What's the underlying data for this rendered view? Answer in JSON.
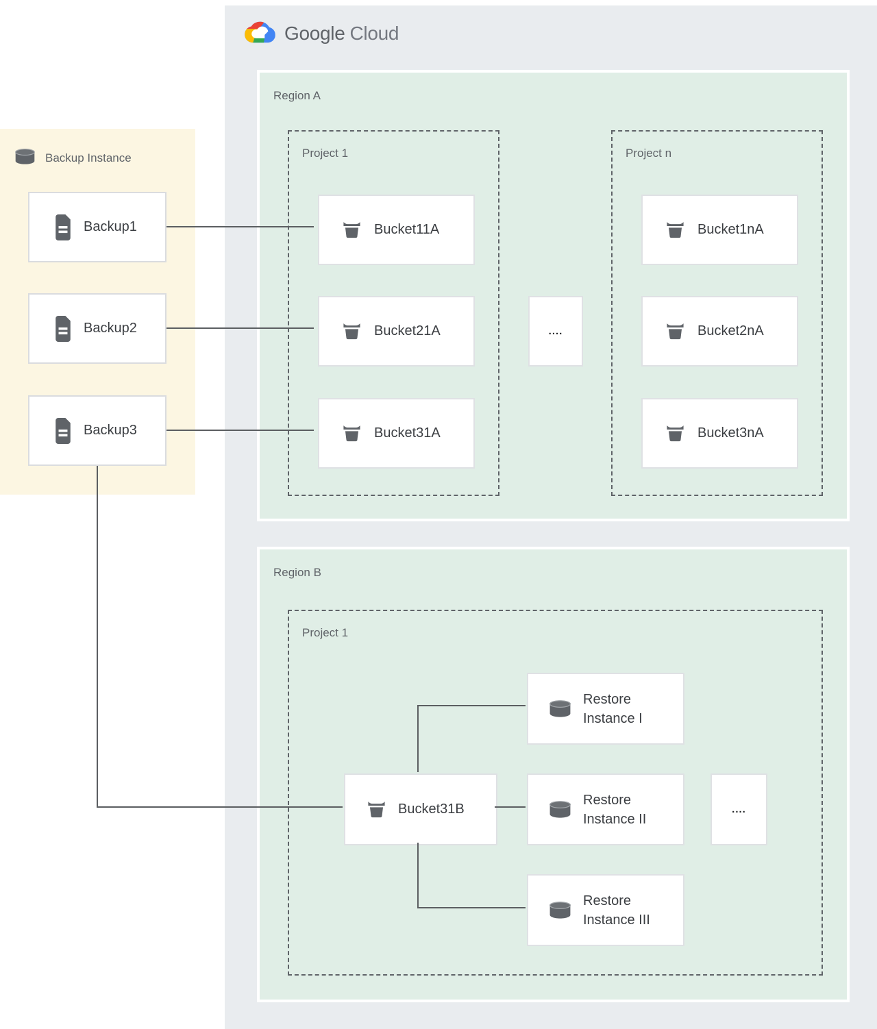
{
  "logo": {
    "google": "Google",
    "cloud": "Cloud"
  },
  "backup_panel": {
    "title": "Backup Instance",
    "items": [
      "Backup1",
      "Backup2",
      "Backup3"
    ]
  },
  "region_a": {
    "label": "Region A",
    "project1": {
      "label": "Project 1",
      "buckets": [
        "Bucket11A",
        "Bucket21A",
        "Bucket31A"
      ]
    },
    "dots": "....",
    "projectn": {
      "label": "Project n",
      "buckets": [
        "Bucket1nA",
        "Bucket2nA",
        "Bucket3nA"
      ]
    }
  },
  "region_b": {
    "label": "Region B",
    "project1": {
      "label": "Project 1",
      "bucket": "Bucket31B",
      "dots": "....",
      "restores": [
        "Restore Instance I",
        "Restore Instance II",
        "Restore Instance III"
      ]
    }
  },
  "colors": {
    "container_gray": "#e9ecef",
    "region_green": "#e0eee6",
    "panel_yellow": "#fcf6e2",
    "line_gray": "#5b5e61",
    "icon_gray": "#5f6368",
    "logo_blue": "#4285f4",
    "logo_red": "#ea4335",
    "logo_yellow": "#fbbc05",
    "logo_green": "#34a853"
  }
}
